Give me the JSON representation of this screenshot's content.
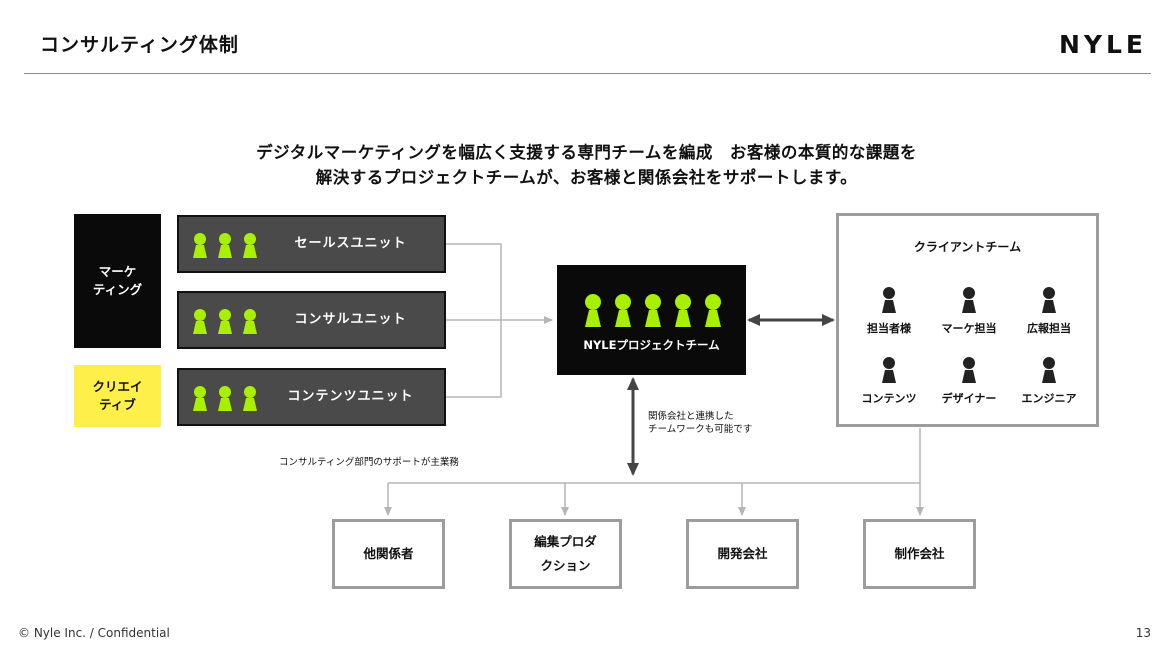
{
  "header": {
    "title": "コンサルティング体制",
    "logo": "NYLE"
  },
  "lead": {
    "line1": "デジタルマーケティングを幅広く支援する専門チームを編成　お客様の本質的な課題を",
    "line2": "解決するプロジェクトチームが、お客様と関係会社をサポートします。"
  },
  "departments": {
    "marketing": "マーケ\nティング",
    "creative": "クリエイ\nティブ"
  },
  "units": [
    {
      "label": "セールスユニット"
    },
    {
      "label": "コンサルユニット"
    },
    {
      "label": "コンテンツユニット"
    }
  ],
  "hub": {
    "label": "NYLEプロジェクトチーム"
  },
  "client": {
    "title": "クライアントチーム",
    "roles": [
      "担当者様",
      "マーケ担当",
      "広報担当",
      "コンテンツ",
      "デザイナー",
      "エンジニア"
    ]
  },
  "notes": {
    "collaboration": "関係会社と連携した\nチームワークも可能です",
    "support": "コンサルティング部門のサポートが主業務"
  },
  "partners": [
    {
      "label": "他関係者"
    },
    {
      "label": "編集プロダ\nクション"
    },
    {
      "label": "開発会社"
    },
    {
      "label": "制作会社"
    }
  ],
  "footer": {
    "copyright": "© Nyle Inc. / Confidential",
    "page": "13"
  },
  "colors": {
    "accent_green": "#a8f000",
    "creative_yellow": "#ffef4a",
    "unit_gray": "#4a4a4a",
    "line_gray": "#b5b5b5",
    "frame_gray": "#9c9c9c"
  },
  "icons": {
    "team_member": "person-icon",
    "client_member": "person-icon"
  }
}
